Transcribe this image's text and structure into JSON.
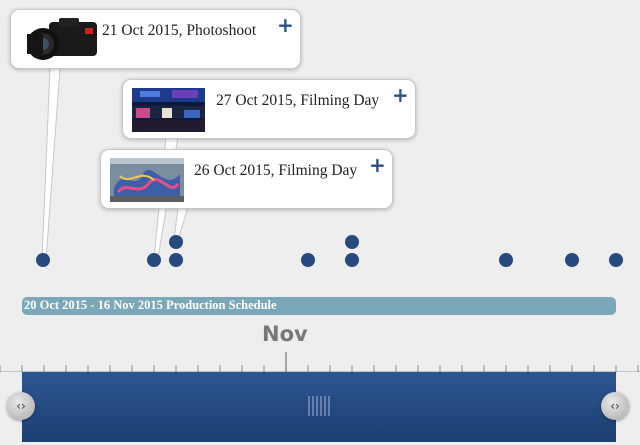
{
  "events": [
    {
      "title": "21 Oct 2015, Photoshoot",
      "expand_icon": "plus-icon",
      "thumbnail": "camera-photo"
    },
    {
      "title": "27 Oct 2015, Filming Day",
      "expand_icon": "plus-icon",
      "thumbnail": "club-interior-photo"
    },
    {
      "title": "26 Oct 2015, Filming Day",
      "expand_icon": "plus-icon",
      "thumbnail": "graffiti-wall-photo"
    }
  ],
  "era": {
    "label": "20 Oct 2015 - 16 Nov 2015  Production Schedule"
  },
  "timescale": {
    "month_label": "Nov"
  },
  "navigation": {
    "left_icon": "pan-left-right-icon",
    "right_icon": "pan-left-right-icon",
    "left_glyph": "‹›",
    "right_glyph": "‹›"
  },
  "colors": {
    "marker": "#27497e",
    "era_bar": "#7aa8b8",
    "navigator": "#234a82",
    "accent_plus": "#2b4f86",
    "background": "#eeeeee"
  }
}
